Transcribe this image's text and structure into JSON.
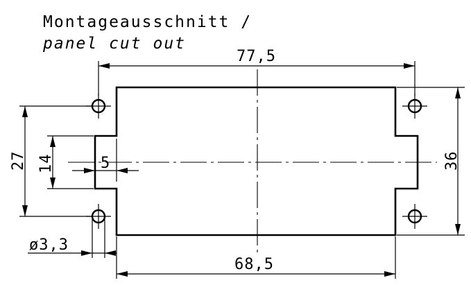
{
  "title": {
    "line1": "Montageausschnitt /",
    "line2": "panel cut out"
  },
  "dimensions": {
    "hole_spacing": "77,5",
    "cutout_width": "68,5",
    "height_right": "36",
    "hole_vertical": "27",
    "notch_height": "14",
    "notch_depth": "5",
    "hole_diameter": "ø3,3"
  },
  "colors": {
    "line": "#000000",
    "background": "#ffffff"
  }
}
